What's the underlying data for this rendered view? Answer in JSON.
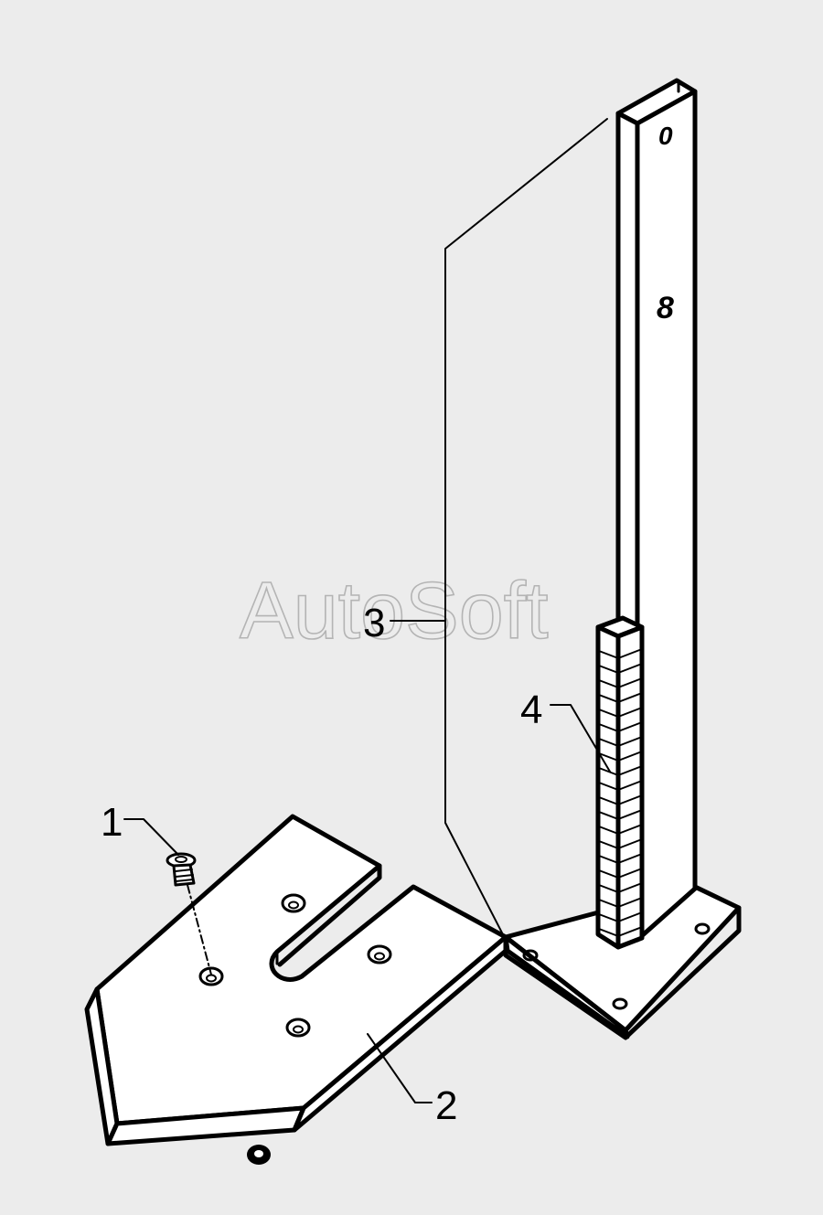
{
  "watermark": "AutoSoft",
  "post_marks": {
    "top": "0",
    "middle": "8"
  },
  "callouts": [
    {
      "id": "1",
      "label": "1"
    },
    {
      "id": "2",
      "label": "2"
    },
    {
      "id": "3",
      "label": "3"
    },
    {
      "id": "4",
      "label": "4"
    }
  ],
  "colors": {
    "background": "#ececec",
    "line": "#000000",
    "part_fill": "#ffffff",
    "watermark": "#b4b4b4"
  }
}
